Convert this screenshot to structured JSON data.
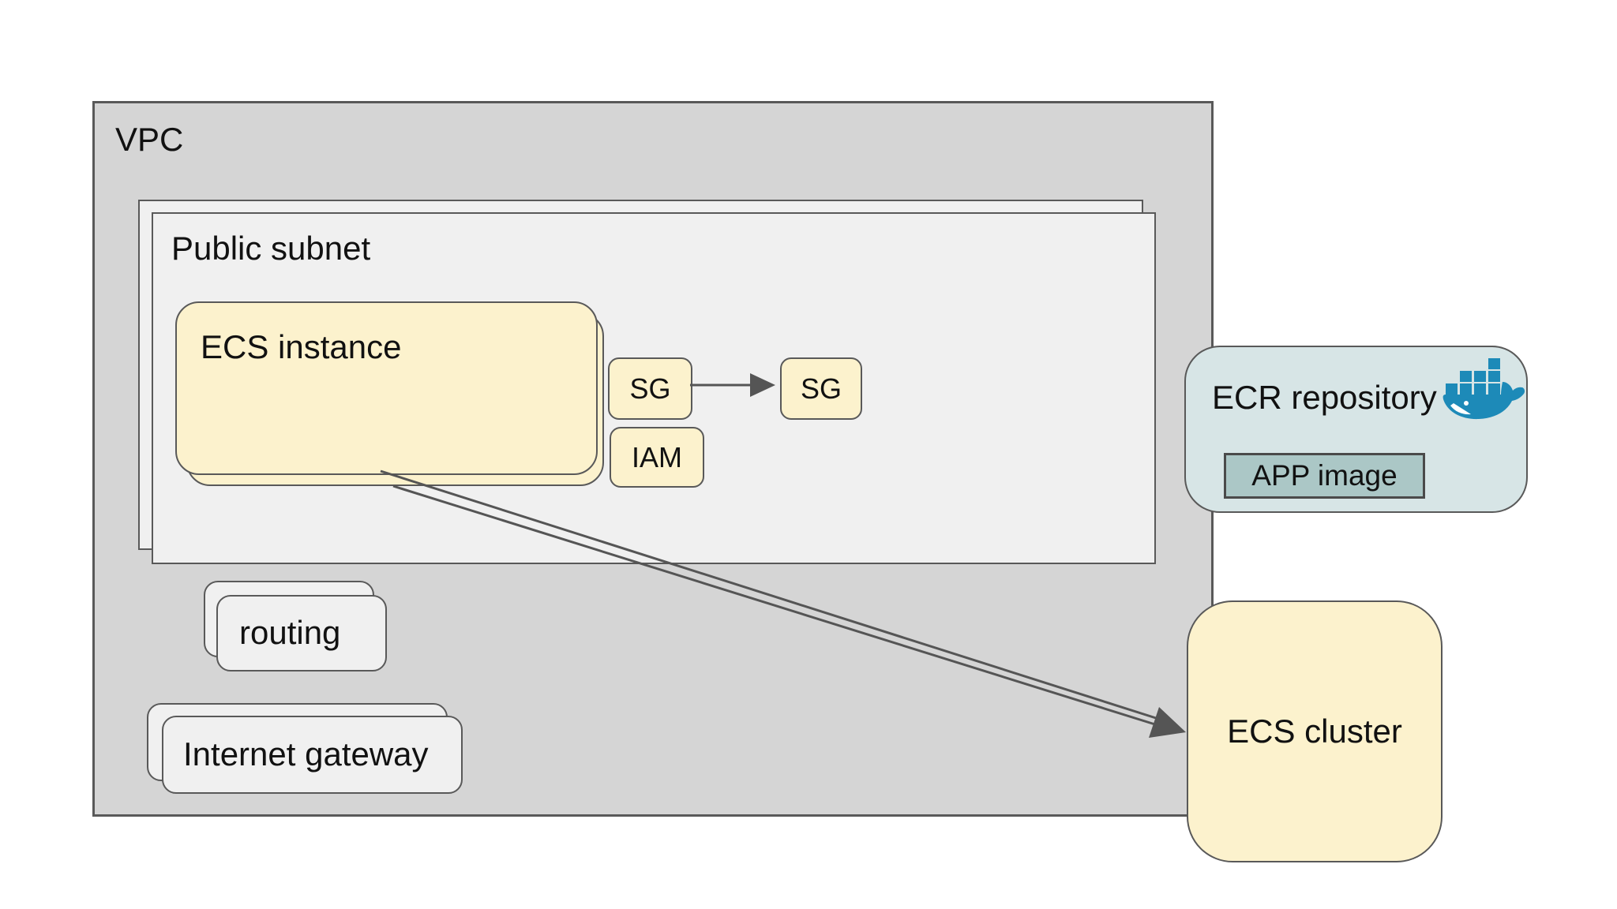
{
  "nodes": {
    "vpc": {
      "label": "VPC",
      "type": "container"
    },
    "public_subnet": {
      "label": "Public subnet",
      "type": "container",
      "stacked": true
    },
    "ecs_instance": {
      "label": "ECS instance",
      "stacked": true
    },
    "sg_source": {
      "label": "SG"
    },
    "sg_target": {
      "label": "SG"
    },
    "iam": {
      "label": "IAM"
    },
    "routing": {
      "label": "routing",
      "stacked": true
    },
    "internet_gateway": {
      "label": "Internet gateway",
      "stacked": true
    },
    "ecr_repository": {
      "label": "ECR repository",
      "icon": "docker-whale-icon"
    },
    "app_image": {
      "label": "APP image"
    },
    "ecs_cluster": {
      "label": "ECS cluster"
    }
  },
  "connections": [
    {
      "from": "sg_source",
      "to": "sg_target",
      "style": "single-line-arrow"
    },
    {
      "from": "ecs_instance",
      "to": "ecs_cluster",
      "style": "double-line-arrow"
    }
  ],
  "colors": {
    "canvas_bg": "#ffffff",
    "vpc_fill": "#d5d5d5",
    "subnet_fill": "#f0f0f0",
    "node_yellow": "#fcf2cd",
    "ecr_fill": "#d7e5e6",
    "app_image_fill": "#abc7c6",
    "docker_blue": "#1d8ab8",
    "border": "#595959",
    "arrow": "#555555",
    "text": "#111111"
  }
}
